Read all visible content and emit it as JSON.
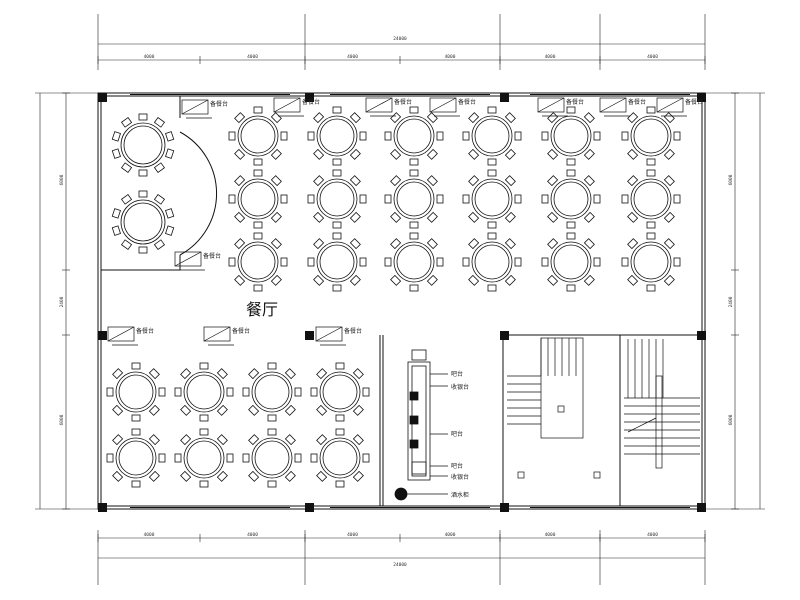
{
  "plan": {
    "room_name": "餐厅",
    "cabinet_label": "备餐台",
    "counter_labels": [
      "吧台",
      "收银台",
      "酒水柜"
    ],
    "bar_label": "吧台"
  },
  "dimensions": {
    "top_total": "24000",
    "bottom_total": "24000",
    "segments": [
      "4000",
      "4000",
      "4000",
      "4000",
      "4000",
      "4000"
    ],
    "left_segments": [
      "6000",
      "2400",
      "6000"
    ],
    "right_segments": [
      "6000",
      "2400",
      "6000"
    ]
  },
  "colors": {
    "line": "#111111",
    "column": "#111111",
    "background": "#ffffff"
  }
}
